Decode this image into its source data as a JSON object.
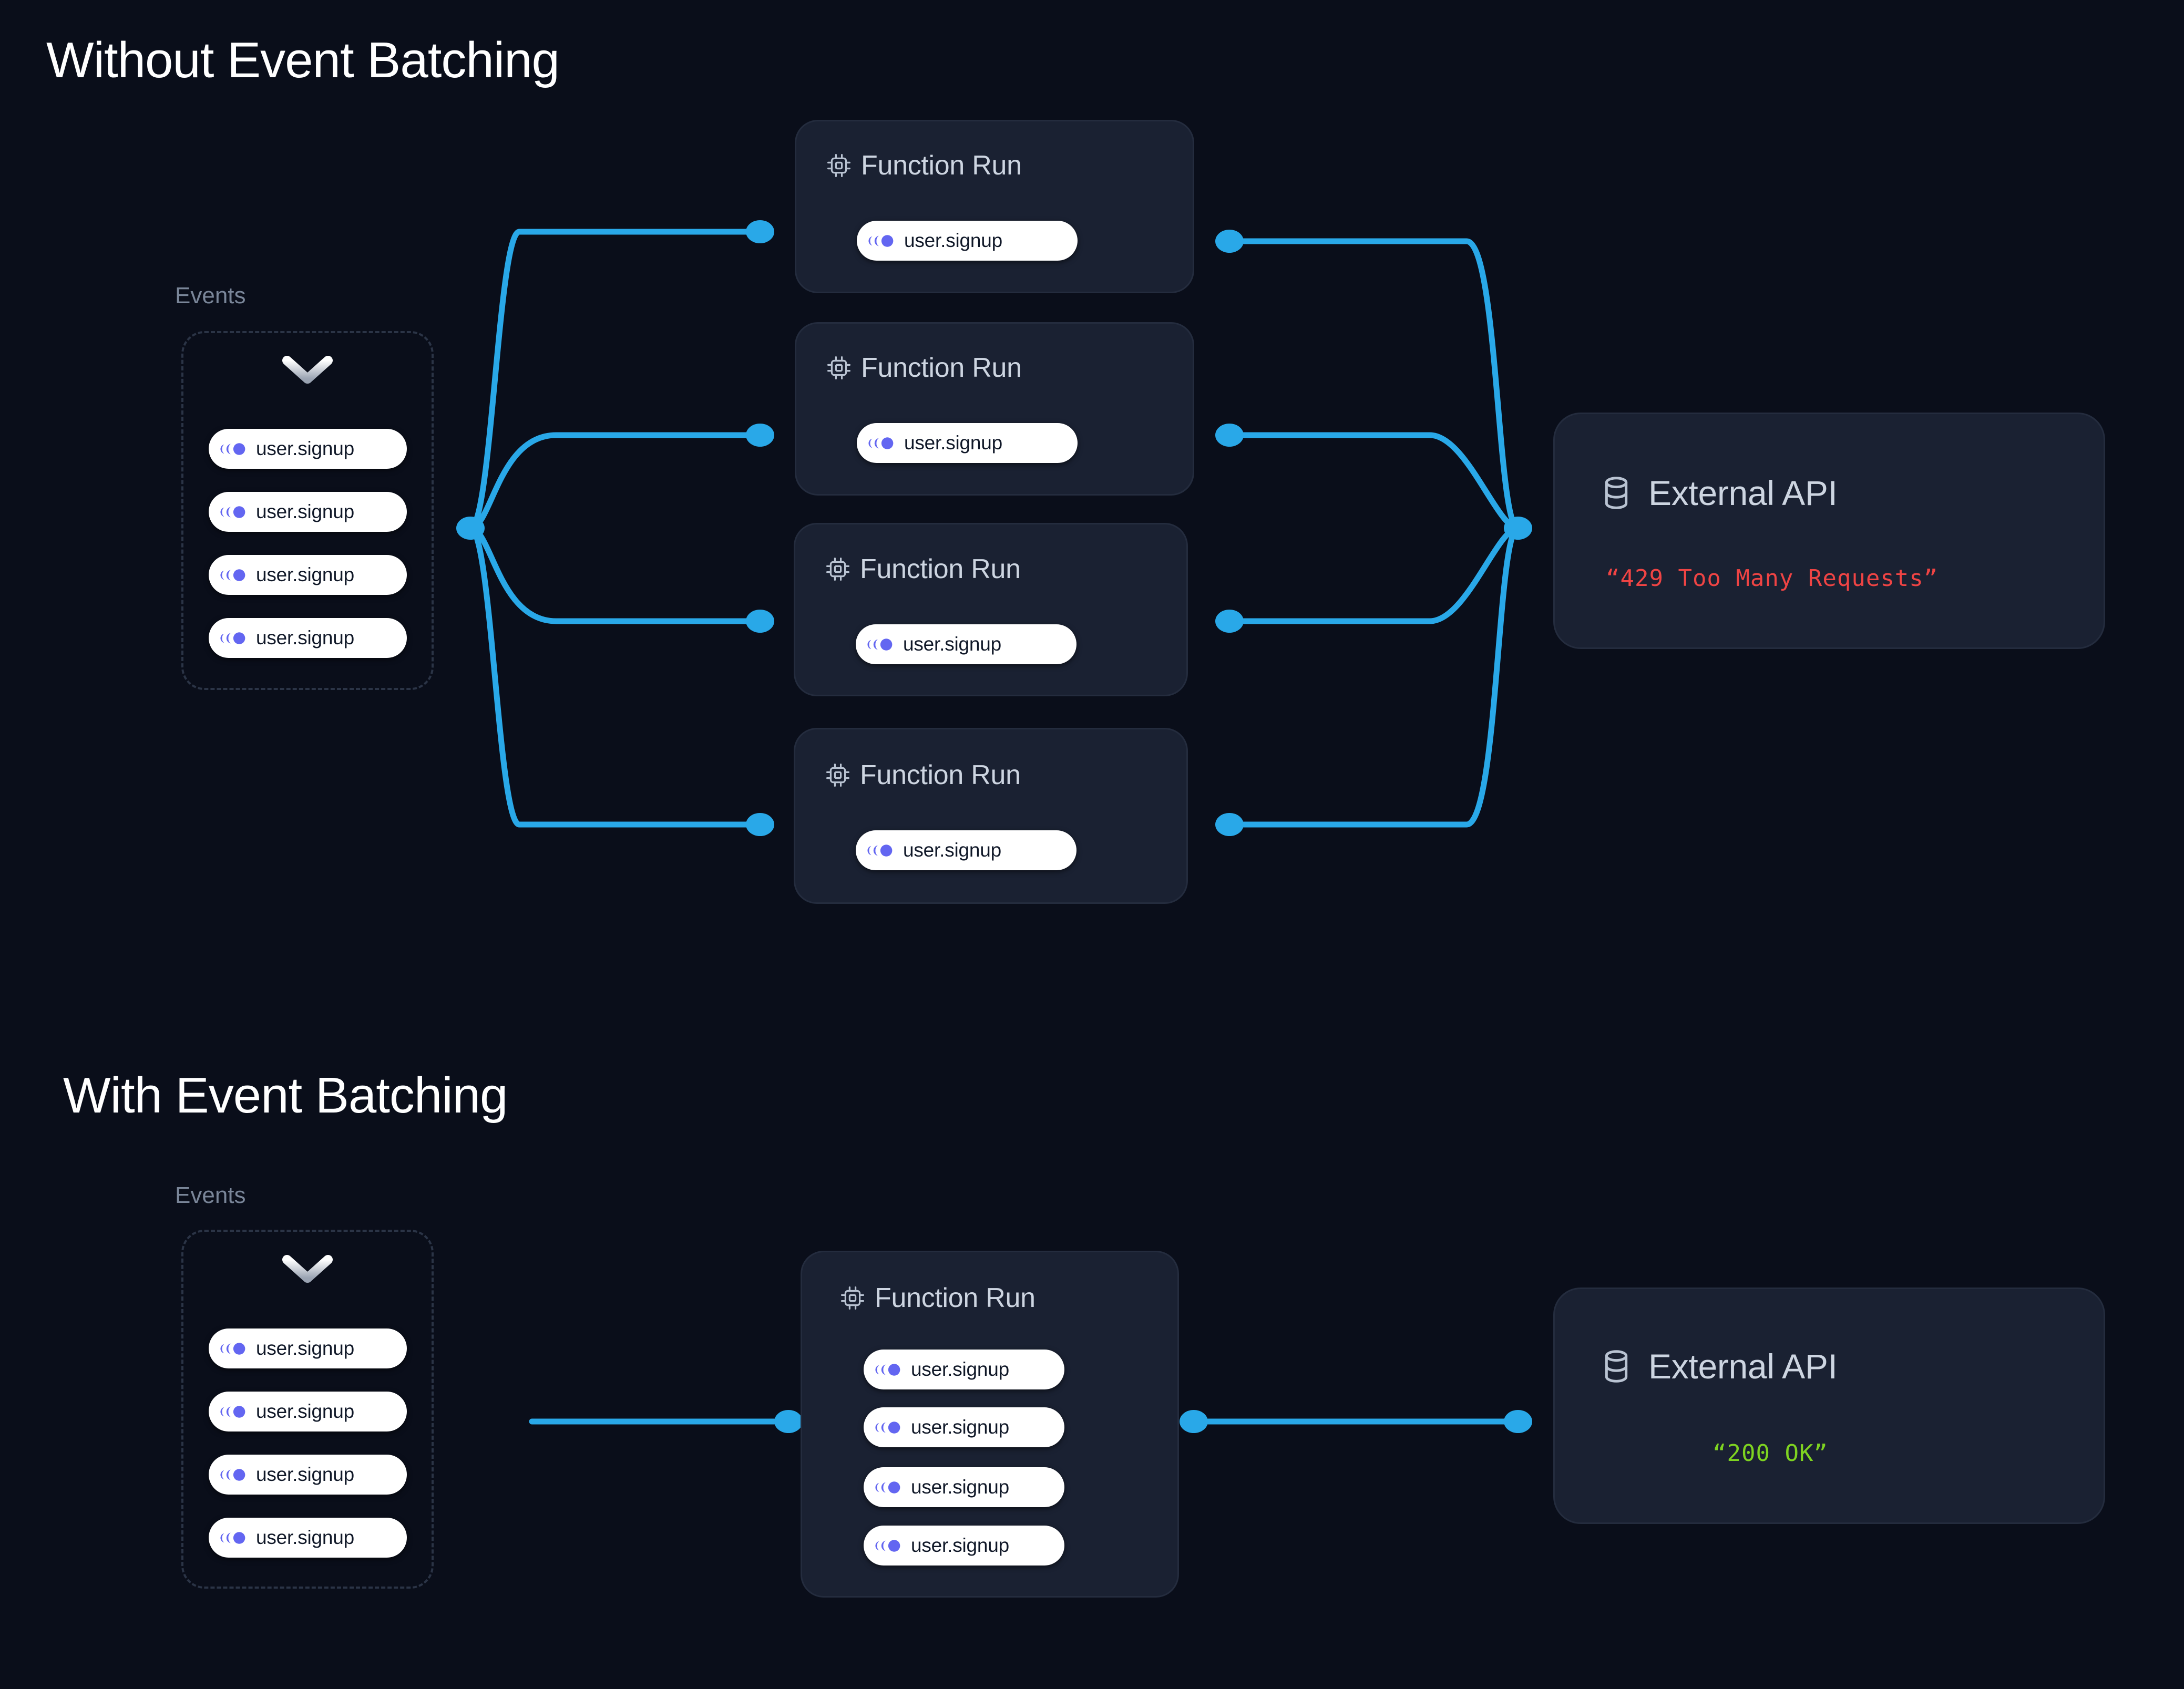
{
  "page": {
    "background": "#0a0e1a",
    "edge_color": "#29a8e8",
    "card_bg": "#1a2132",
    "card_border": "#242c3e",
    "event_icon_color": "#6366f1",
    "title_color": "#ffffff",
    "label_color": "#7a8699",
    "card_title_color": "#cdd5e1"
  },
  "sections": [
    {
      "id": "without",
      "title": "Without Event Batching",
      "events": {
        "label": "Events",
        "chevron_icon": "chevron-down-icon",
        "items": [
          {
            "icon": "event-trail-icon",
            "label": "user.signup"
          },
          {
            "icon": "event-trail-icon",
            "label": "user.signup"
          },
          {
            "icon": "event-trail-icon",
            "label": "user.signup"
          },
          {
            "icon": "event-trail-icon",
            "label": "user.signup"
          }
        ]
      },
      "runs": [
        {
          "icon": "cpu-icon",
          "title": "Function Run",
          "events": [
            {
              "icon": "event-trail-icon",
              "label": "user.signup"
            }
          ]
        },
        {
          "icon": "cpu-icon",
          "title": "Function Run",
          "events": [
            {
              "icon": "event-trail-icon",
              "label": "user.signup"
            }
          ]
        },
        {
          "icon": "cpu-icon",
          "title": "Function Run",
          "events": [
            {
              "icon": "event-trail-icon",
              "label": "user.signup"
            }
          ]
        },
        {
          "icon": "cpu-icon",
          "title": "Function Run",
          "events": [
            {
              "icon": "event-trail-icon",
              "label": "user.signup"
            }
          ]
        }
      ],
      "api": {
        "icon": "database-icon",
        "title": "External API",
        "status": "“429 Too Many Requests”",
        "status_color": "#ef4444"
      }
    },
    {
      "id": "with",
      "title": "With Event Batching",
      "events": {
        "label": "Events",
        "chevron_icon": "chevron-down-icon",
        "items": [
          {
            "icon": "event-trail-icon",
            "label": "user.signup"
          },
          {
            "icon": "event-trail-icon",
            "label": "user.signup"
          },
          {
            "icon": "event-trail-icon",
            "label": "user.signup"
          },
          {
            "icon": "event-trail-icon",
            "label": "user.signup"
          }
        ]
      },
      "runs": [
        {
          "icon": "cpu-icon",
          "title": "Function Run",
          "events": [
            {
              "icon": "event-trail-icon",
              "label": "user.signup"
            },
            {
              "icon": "event-trail-icon",
              "label": "user.signup"
            },
            {
              "icon": "event-trail-icon",
              "label": "user.signup"
            },
            {
              "icon": "event-trail-icon",
              "label": "user.signup"
            }
          ]
        }
      ],
      "api": {
        "icon": "database-icon",
        "title": "External API",
        "status": "“200 OK”",
        "status_color": "#7ed321"
      }
    }
  ]
}
